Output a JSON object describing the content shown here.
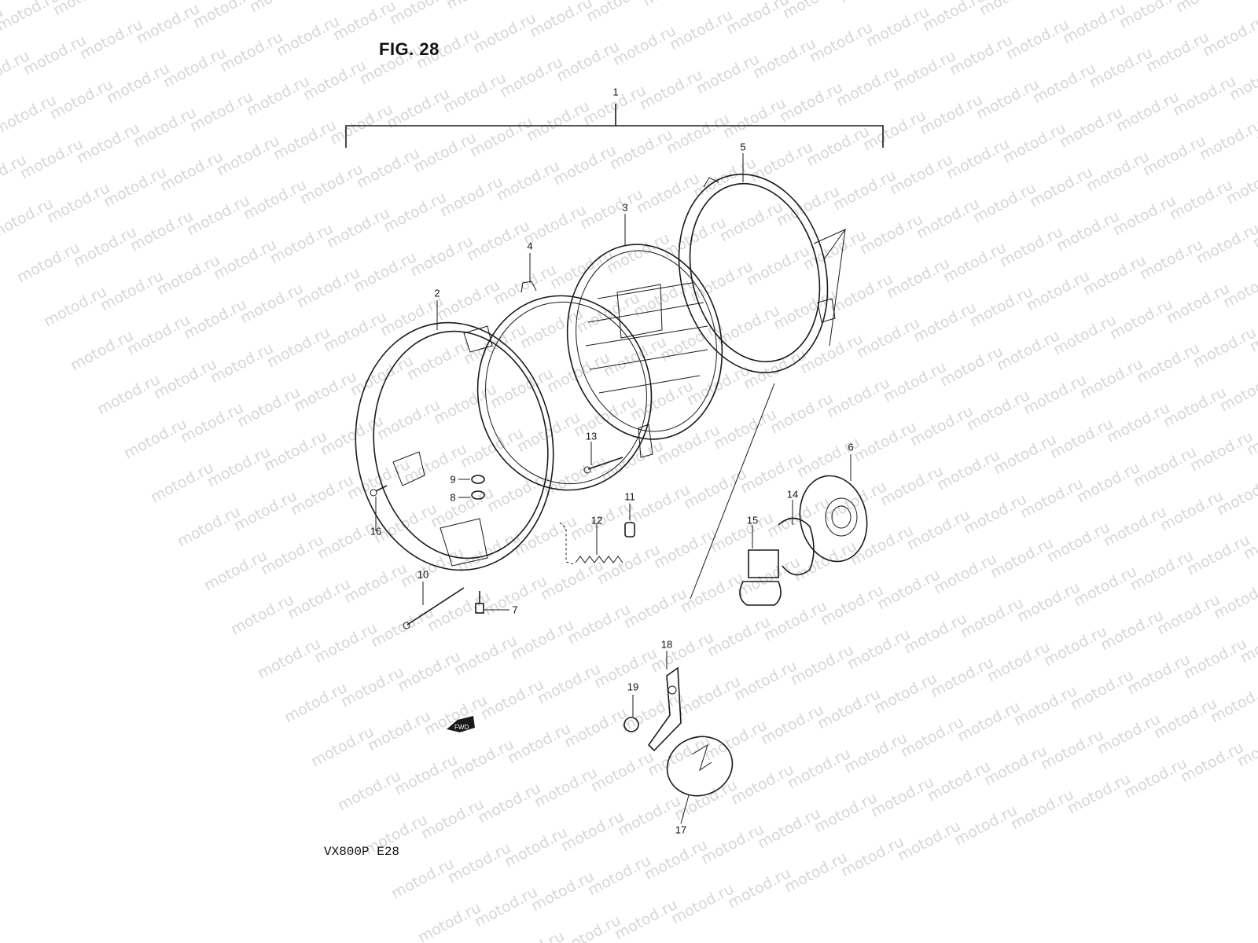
{
  "figure": {
    "title": "FIG. 28",
    "model_code": "VX800P  E28",
    "watermark": "motod.ru",
    "fwd_label": "FWD"
  },
  "callouts": [
    {
      "id": "c1",
      "text": "1"
    },
    {
      "id": "c2",
      "text": "2"
    },
    {
      "id": "c3",
      "text": "3"
    },
    {
      "id": "c4",
      "text": "4"
    },
    {
      "id": "c5",
      "text": "5"
    },
    {
      "id": "c6",
      "text": "6"
    },
    {
      "id": "c7",
      "text": "7"
    },
    {
      "id": "c8",
      "text": "8"
    },
    {
      "id": "c9",
      "text": "9"
    },
    {
      "id": "c10",
      "text": "10"
    },
    {
      "id": "c11",
      "text": "11"
    },
    {
      "id": "c12",
      "text": "12"
    },
    {
      "id": "c13",
      "text": "13"
    },
    {
      "id": "c14",
      "text": "14"
    },
    {
      "id": "c15",
      "text": "15"
    },
    {
      "id": "c16",
      "text": "16"
    },
    {
      "id": "c17",
      "text": "17"
    },
    {
      "id": "c18",
      "text": "18"
    },
    {
      "id": "c19",
      "text": "19"
    }
  ]
}
